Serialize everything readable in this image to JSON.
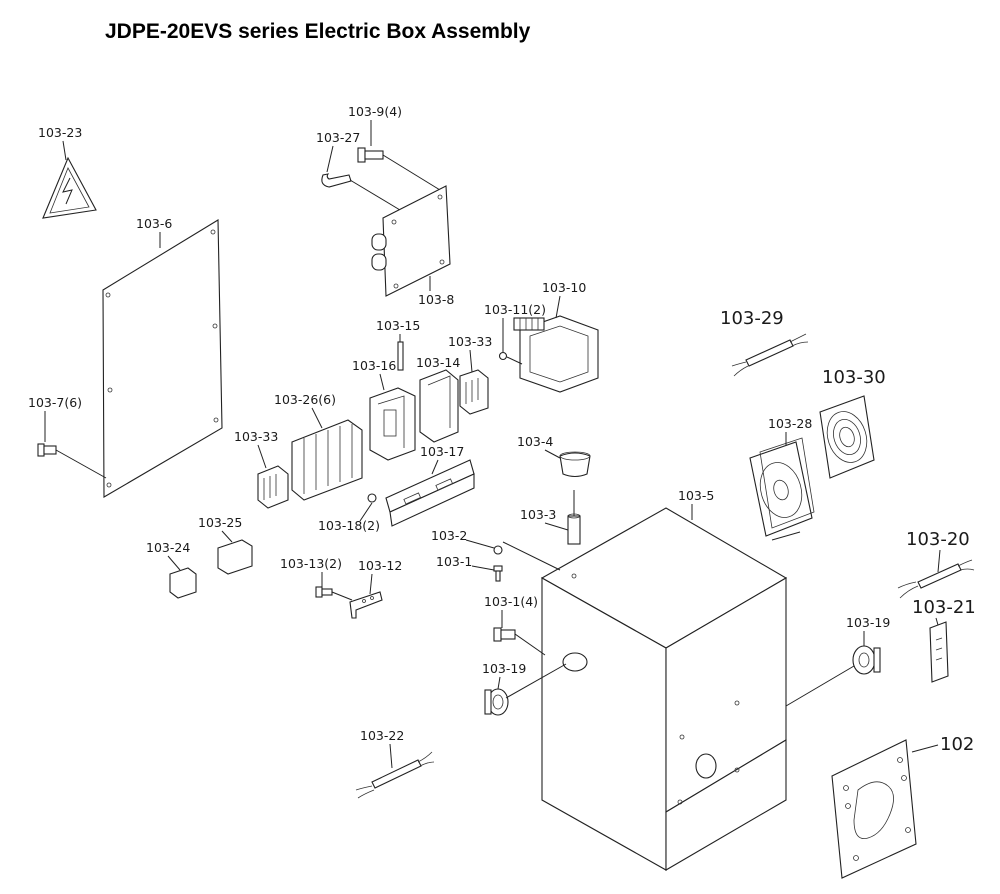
{
  "title": "JDPE-20EVS series Electric Box Assembly",
  "labels": {
    "p103_23": "103-23",
    "p103_9": "103-9(4)",
    "p103_27": "103-27",
    "p103_6": "103-6",
    "p103_8": "103-8",
    "p103_7": "103-7(6)",
    "p103_15": "103-15",
    "p103_16": "103-16",
    "p103_14": "103-14",
    "p103_33a": "103-33",
    "p103_11": "103-11(2)",
    "p103_10": "103-10",
    "p103_26": "103-26(6)",
    "p103_33b": "103-33",
    "p103_17": "103-17",
    "p103_18": "103-18(2)",
    "p103_4": "103-4",
    "p103_3": "103-3",
    "p103_29": "103-29",
    "p103_30": "103-30",
    "p103_28": "103-28",
    "p103_5": "103-5",
    "p103_25": "103-25",
    "p103_24": "103-24",
    "p103_13": "103-13(2)",
    "p103_12": "103-12",
    "p103_2": "103-2",
    "p103_1": "103-1",
    "p103_1b": "103-1(4)",
    "p103_19a": "103-19",
    "p103_19b": "103-19",
    "p103_20": "103-20",
    "p103_21": "103-21",
    "p103_22": "103-22",
    "p102": "102"
  }
}
